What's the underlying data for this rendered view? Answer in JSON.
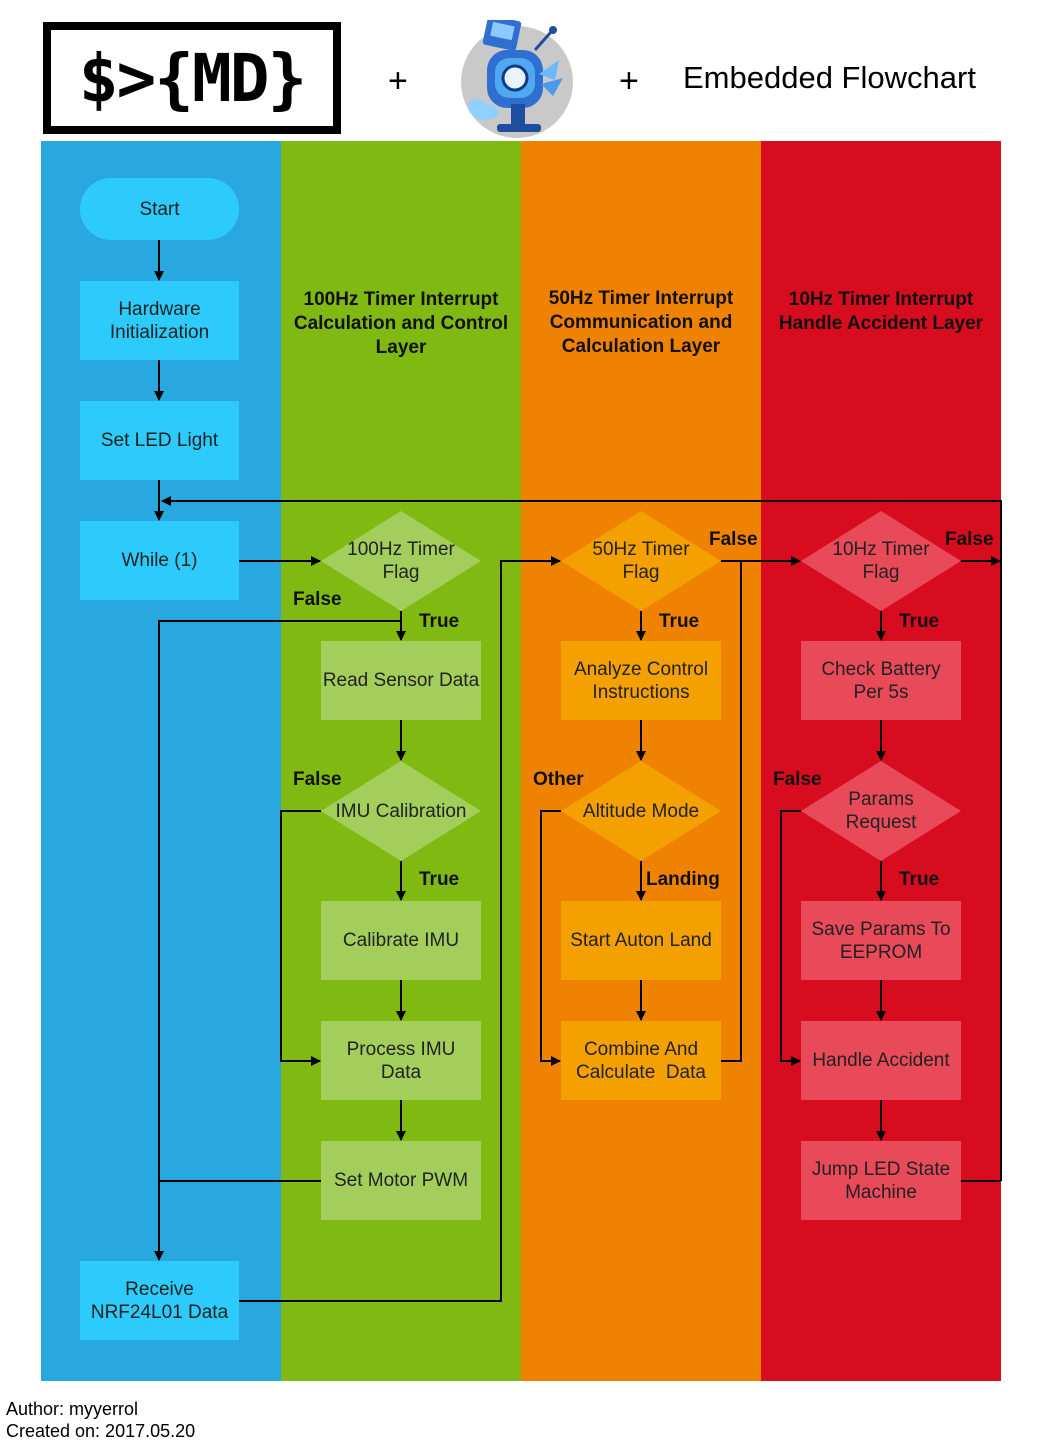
{
  "header": {
    "logo_text": "$>{MD}",
    "plus": "+",
    "title": "Embedded Flowchart"
  },
  "lanes": {
    "main": {
      "color": "#29a8e0"
    },
    "hz100": {
      "color": "#7fb911",
      "header": "100Hz Timer Interrupt Calculation and Control Layer"
    },
    "hz50": {
      "color": "#ef8200",
      "header": "50Hz Timer Interrupt Communication and Calculation Layer"
    },
    "hz10": {
      "color": "#d80c1f",
      "header": "10Hz Timer Interrupt Handle Accident Layer"
    }
  },
  "nodes": {
    "start": "Start",
    "hardware_init": "Hardware Initialization",
    "set_led": "Set LED Light",
    "while": "While (1)",
    "receive": "Receive NRF24L01 Data",
    "flag100": "100Hz Timer Flag",
    "read_sensor": "Read Sensor Data",
    "imu_cal": "IMU Calibration",
    "calibrate_imu": "Calibrate IMU",
    "process_imu": "Process IMU Data",
    "set_motor": "Set Motor PWM",
    "flag50": "50Hz Timer Flag",
    "analyze": "Analyze Control Instructions",
    "altitude": "Altitude Mode",
    "auton_land": "Start Auton Land",
    "combine": "Combine And Calculate  Data",
    "flag10": "10Hz Timer Flag",
    "check_battery": "Check Battery Per 5s",
    "params_request": "Params Request",
    "save_params": "Save Params To EEPROM",
    "handle_accident": "Handle Accident",
    "jump_led": "Jump LED State Machine"
  },
  "labels": {
    "false": "False",
    "true": "True",
    "other": "Other",
    "landing": "Landing"
  },
  "footer": {
    "author": "Author: myyerrol",
    "created": "Created on: 2017.05.20"
  }
}
